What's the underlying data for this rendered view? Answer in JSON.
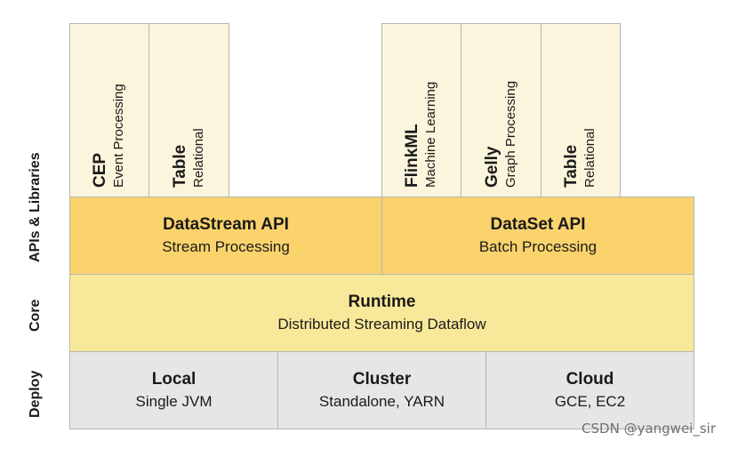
{
  "layers": {
    "apis_libraries": "APIs & Libraries",
    "core": "Core",
    "deploy": "Deploy"
  },
  "libraries": {
    "cep": {
      "title": "CEP",
      "subtitle": "Event Processing"
    },
    "table_stream": {
      "title": "Table",
      "subtitle": "Relational"
    },
    "flinkml": {
      "title": "FlinkML",
      "subtitle": "Machine Learning"
    },
    "gelly": {
      "title": "Gelly",
      "subtitle": "Graph Processing"
    },
    "table_batch": {
      "title": "Table",
      "subtitle": "Relational"
    }
  },
  "apis": {
    "datastream": {
      "title": "DataStream API",
      "subtitle": "Stream Processing"
    },
    "dataset": {
      "title": "DataSet API",
      "subtitle": "Batch Processing"
    }
  },
  "runtime": {
    "title": "Runtime",
    "subtitle": "Distributed Streaming Dataflow"
  },
  "deploy": {
    "local": {
      "title": "Local",
      "subtitle": "Single JVM"
    },
    "cluster": {
      "title": "Cluster",
      "subtitle": "Standalone, YARN"
    },
    "cloud": {
      "title": "Cloud",
      "subtitle": "GCE, EC2"
    }
  },
  "watermark": "CSDN @yangwei_sir",
  "colors": {
    "library_fill": "#fcf5dd",
    "api_fill": "#fbd36d",
    "runtime_fill": "#f8e99a",
    "deploy_fill": "#e6e6e6",
    "border": "#b5b5b5"
  }
}
